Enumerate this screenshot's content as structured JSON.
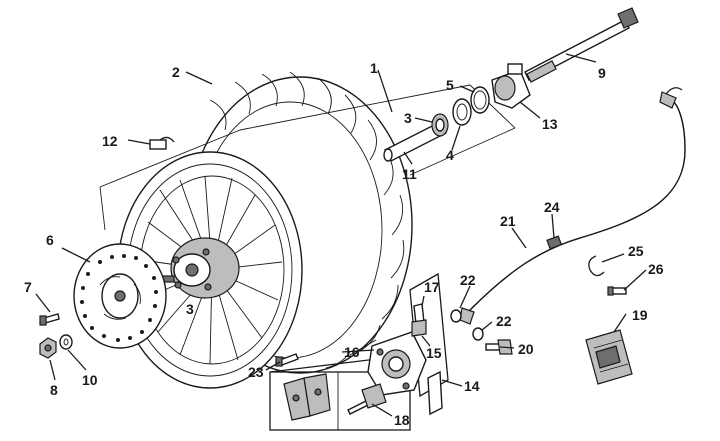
{
  "callouts": {
    "c1": "1",
    "c2": "2",
    "c3a": "3",
    "c3b": "3",
    "c4": "4",
    "c5": "5",
    "c6": "6",
    "c7": "7",
    "c8": "8",
    "c9": "9",
    "c10": "10",
    "c11": "11",
    "c12": "12",
    "c13": "13",
    "c14": "14",
    "c15": "15",
    "c16": "16",
    "c17": "17",
    "c18": "18",
    "c19": "19",
    "c20": "20",
    "c21": "21",
    "c22a": "22",
    "c22b": "22",
    "c23": "23",
    "c24": "24",
    "c25": "25",
    "c26": "26"
  }
}
